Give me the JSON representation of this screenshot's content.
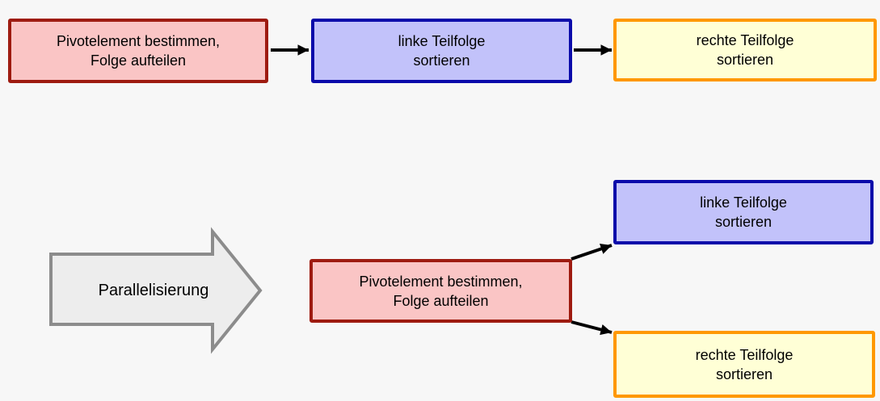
{
  "diagram": {
    "title_semantic": "quicksort-parallelization-flowchart",
    "sequential_row": {
      "pivot_box": {
        "line1": "Pivotelement bestimmen,",
        "line2": "Folge aufteilen"
      },
      "left_box": {
        "line1": "linke Teilfolge",
        "line2": "sortieren"
      },
      "right_box": {
        "line1": "rechte Teilfolge",
        "line2": "sortieren"
      }
    },
    "transition_label": "Parallelisierung",
    "parallel_row": {
      "pivot_box": {
        "line1": "Pivotelement bestimmen,",
        "line2": "Folge aufteilen"
      },
      "left_box": {
        "line1": "linke Teilfolge",
        "line2": "sortieren"
      },
      "right_box": {
        "line1": "rechte Teilfolge",
        "line2": "sortieren"
      }
    }
  },
  "colors": {
    "background": "#f7f7f7",
    "pink_fill": "#fac5c5",
    "red_border": "#9e1b10",
    "lavender_fill": "#c2c2fa",
    "blue_border": "#0b0baa",
    "yellow_fill": "#ffffd6",
    "orange_border": "#ff9800",
    "gray_arrow_fill": "#ededed",
    "gray_arrow_border": "#8c8c8c",
    "connector": "#000000",
    "text_color": "#000000"
  }
}
